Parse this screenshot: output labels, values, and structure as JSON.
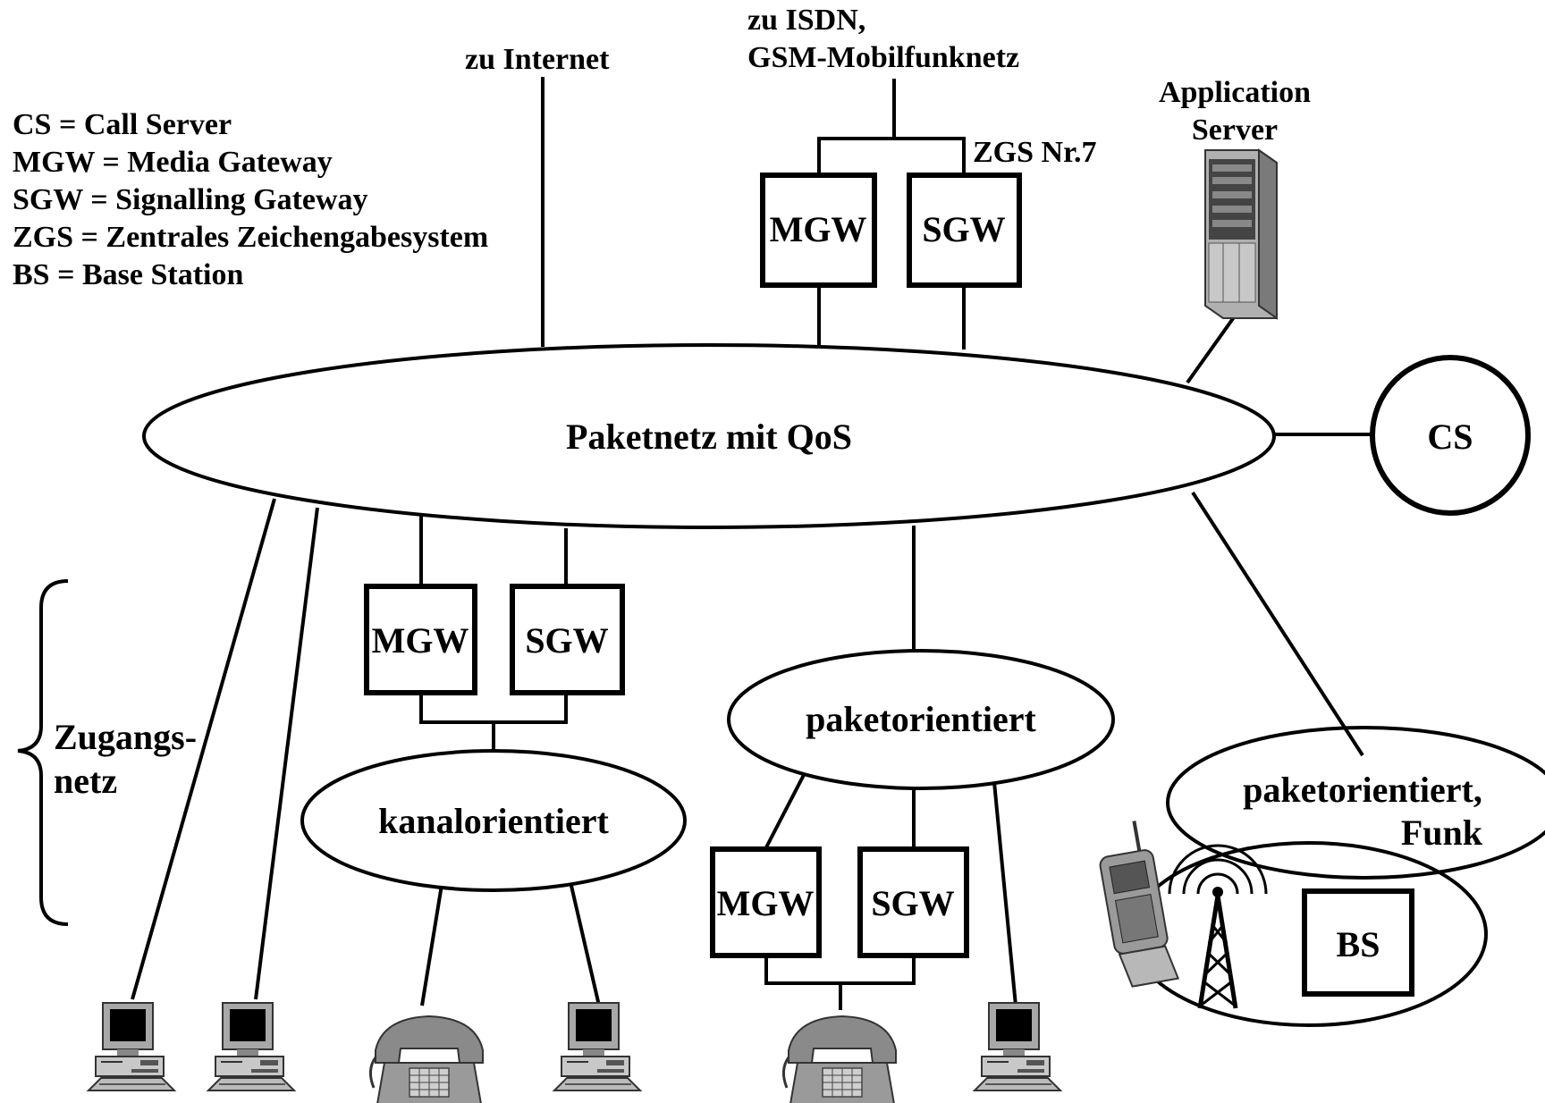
{
  "legend": [
    "CS = Call Server",
    "MGW = Media Gateway",
    "SGW = Signalling Gateway",
    "ZGS = Zentrales Zeichengabesystem",
    "BS = Base Station"
  ],
  "labels": {
    "internet": "zu Internet",
    "isdn_line1": "zu ISDN,",
    "isdn_line2": "GSM-Mobilfunknetz",
    "zgs": "ZGS Nr.7",
    "app_server_line1": "Application",
    "app_server_line2": "Server",
    "core_network": "Paketnetz mit QoS",
    "cs": "CS",
    "mgw": "MGW",
    "sgw": "SGW",
    "access_line1": "Zugangs-",
    "access_line2": "netz",
    "circuit": "kanalorientiert",
    "packet": "paketorientiert",
    "radio_line1": "paketorientiert,",
    "radio_line2": "Funk",
    "bs": "BS"
  },
  "icons": [
    "computer-icon",
    "telephone-icon",
    "server-icon",
    "mobile-phone-icon",
    "radio-tower-icon"
  ]
}
